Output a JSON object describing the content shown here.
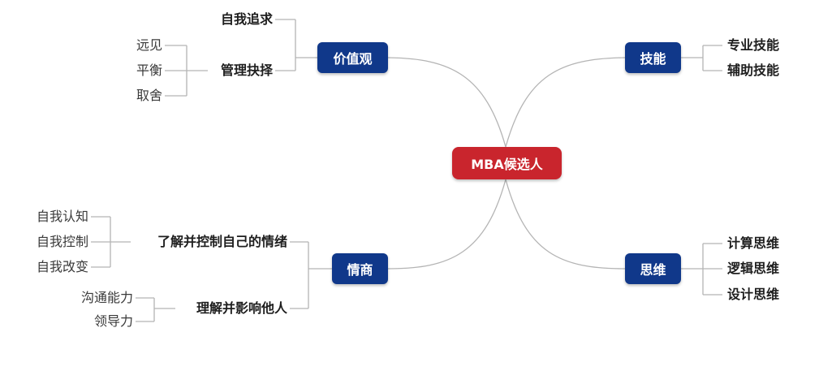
{
  "center": {
    "label": "MBA候选人"
  },
  "branches": {
    "values": {
      "label": "价值观",
      "children": {
        "pursuit": {
          "label": "自我追求"
        },
        "management": {
          "label": "管理抉择",
          "children": [
            "远见",
            "平衡",
            "取舍"
          ]
        }
      }
    },
    "skills": {
      "label": "技能",
      "children": [
        "专业技能",
        "辅助技能"
      ]
    },
    "eq": {
      "label": "情商",
      "children": {
        "self": {
          "label": "了解并控制自己的情绪",
          "children": [
            "自我认知",
            "自我控制",
            "自我改变"
          ]
        },
        "others": {
          "label": "理解并影响他人",
          "children": [
            "沟通能力",
            "领导力"
          ]
        }
      }
    },
    "thinking": {
      "label": "思维",
      "children": [
        "计算思维",
        "逻辑思维",
        "设计思维"
      ]
    }
  },
  "colors": {
    "center": "#c9252d",
    "main": "#10388a",
    "line": "#b4b4b4"
  }
}
